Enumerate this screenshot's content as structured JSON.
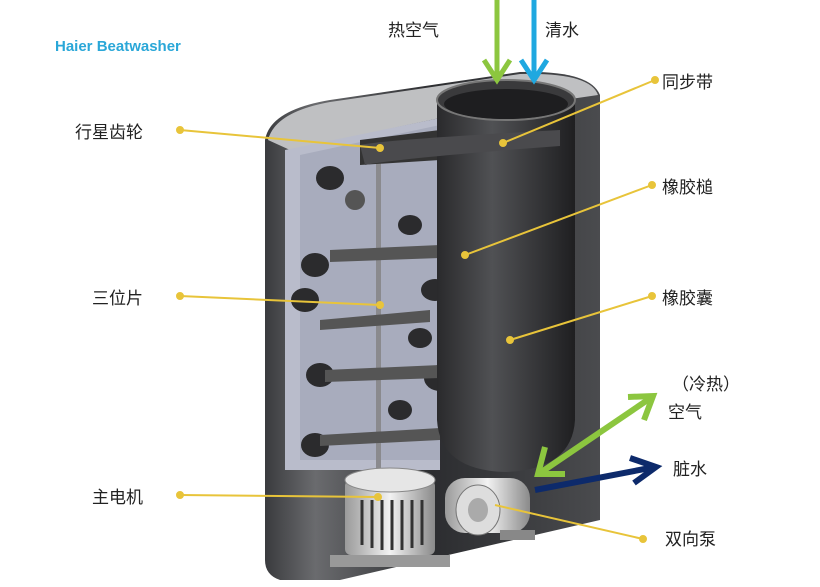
{
  "brand": "Haier Beatwasher",
  "labels": {
    "hot_air": "热空气",
    "clean_water": "清水",
    "sync_belt": "同步带",
    "planetary_gear": "行星齿轮",
    "rubber_mallet": "橡胶槌",
    "three_position_blade": "三位片",
    "rubber_bladder": "橡胶囊",
    "hot_cold": "（冷热）",
    "air": "空气",
    "dirty_water": "脏水",
    "main_motor": "主电机",
    "bidirectional_pump": "双向泵"
  },
  "colors": {
    "brand": "#2aa7d8",
    "air_arrow": "#8cc63f",
    "water_arrow": "#1fa8e0",
    "dirty_arrow": "#0d2a6b",
    "leader": "#e8c43a"
  }
}
